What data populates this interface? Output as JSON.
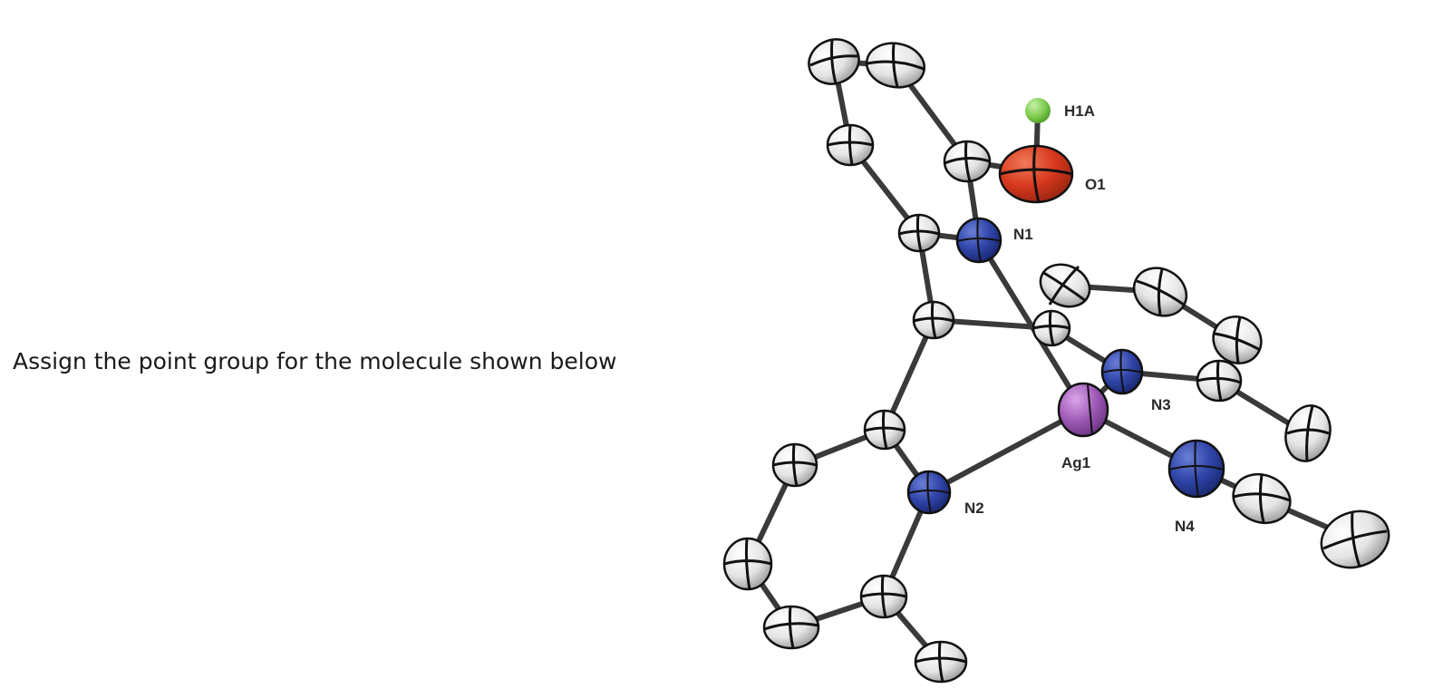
{
  "question": {
    "text": "Assign the point group for the molecule shown below"
  },
  "molecule": {
    "atom_labels": {
      "H1A": "H1A",
      "O1": "O1",
      "N1": "N1",
      "N2": "N2",
      "N3": "N3",
      "N4": "N4",
      "Ag1": "Ag1"
    },
    "colors": {
      "carbon": "#e6e6e6",
      "nitrogen": "#2b3f9c",
      "oxygen": "#d8391e",
      "hydrogen": "#7ccb4c",
      "silver": "#a05ab8",
      "bond": "#3a3a3a"
    }
  }
}
